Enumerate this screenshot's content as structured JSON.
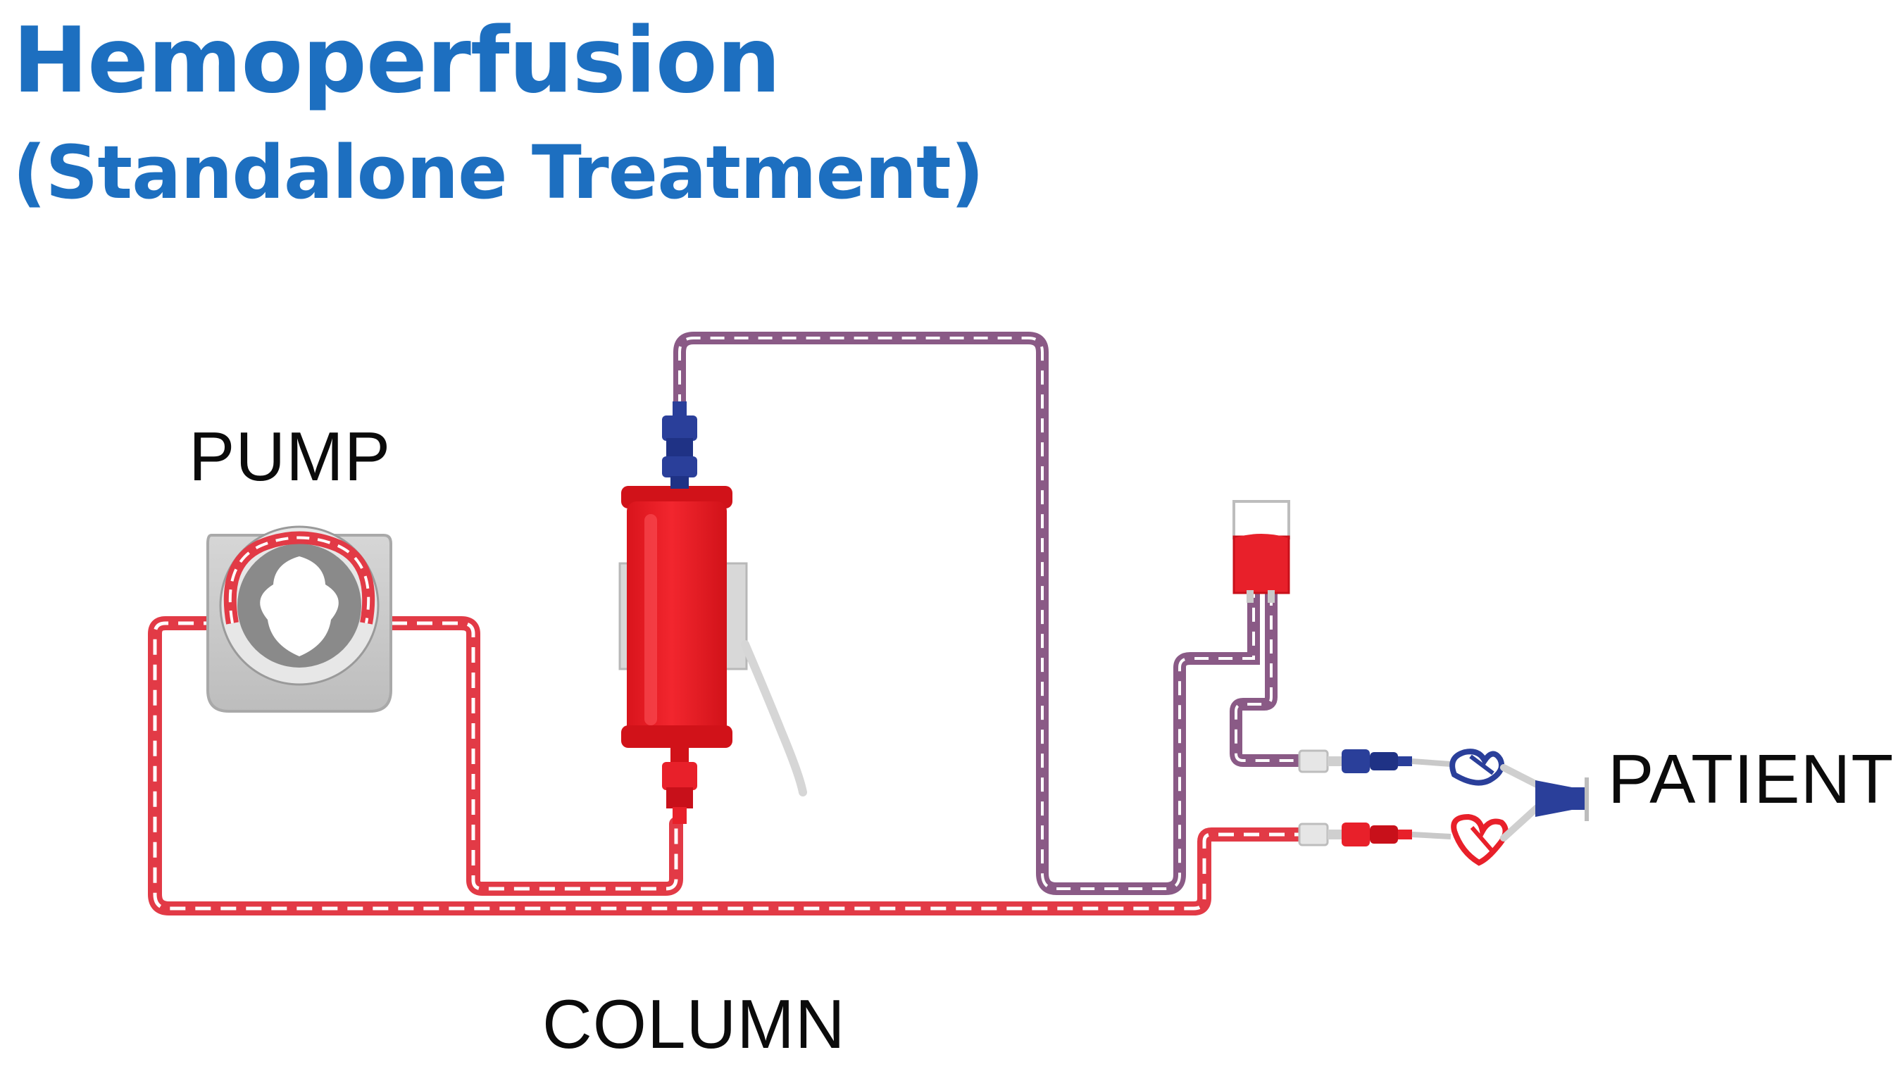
{
  "title": {
    "main": "Hemoperfusion",
    "sub": "(Standalone Treatment)"
  },
  "labels": {
    "pump": "PUMP",
    "column": "COLUMN",
    "patient": "PATIENT"
  },
  "colors": {
    "title": "#1d6fc0",
    "arterial_line": "#e23a46",
    "venous_line": "#8a5a86",
    "column_body": "#e8202a",
    "connector_red": "#e8202a",
    "connector_blue": "#2a3f9a",
    "pump_housing": "#c9c9c9",
    "pump_rotor": "#8a8a8a",
    "drip_chamber": "#e8202a"
  },
  "icons": [
    "pump-icon",
    "column-icon",
    "drip-chamber-icon",
    "clamp-icon",
    "connector-icon"
  ]
}
